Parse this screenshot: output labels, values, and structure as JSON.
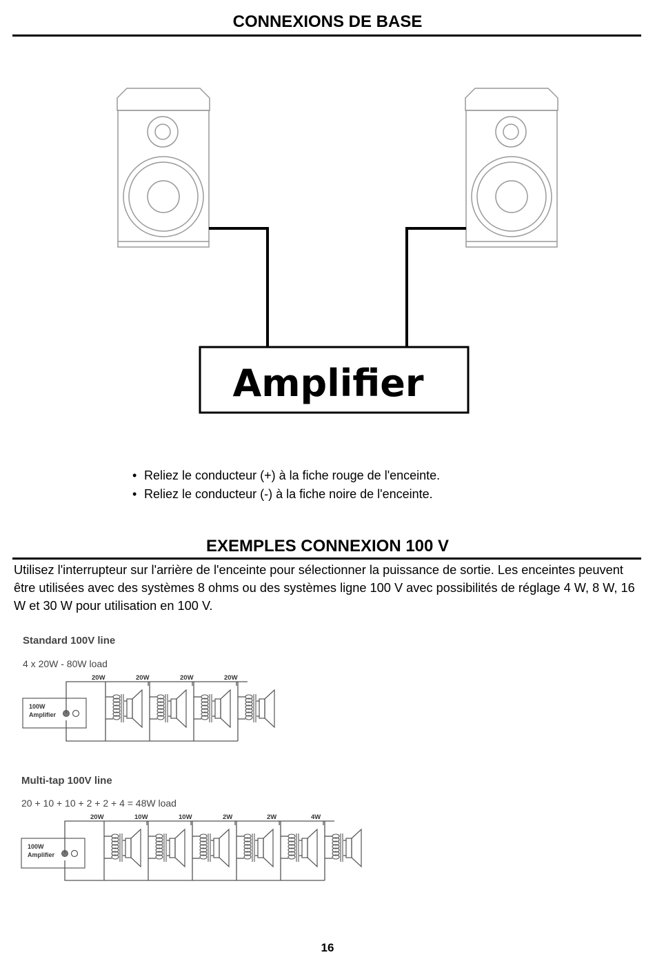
{
  "header": {
    "title": "CONNEXIONS DE BASE"
  },
  "diagram_basic": {
    "amplifier_label": "Amplifier"
  },
  "bullets": [
    "Reliez le conducteur (+) à la fiche rouge de l'enceinte.",
    "Reliez le conducteur (-) à la fiche noire de l'enceinte."
  ],
  "section2": {
    "title": "EXEMPLES CONNEXION 100 V",
    "paragraph": "Utilisez l'interrupteur sur l'arrière de l'enceinte pour sélectionner la puissance de sortie. Les enceintes peuvent être utilisées avec des systèmes 8 ohms ou des systèmes ligne 100 V avec possibilités de réglage 4 W, 8 W, 16 W et 30 W pour utilisation en 100 V."
  },
  "diagram_standard": {
    "title": "Standard 100V line",
    "subtitle": "4 x 20W - 80W load",
    "amp_line1": "100W",
    "amp_line2": "Amplifier",
    "taps": [
      "20W",
      "20W",
      "20W",
      "20W"
    ]
  },
  "diagram_multitap": {
    "title": "Multi-tap 100V line",
    "subtitle": "20 + 10 + 10 + 2 + 2 + 4 = 48W load",
    "amp_line1": "100W",
    "amp_line2": "Amplifier",
    "taps": [
      "20W",
      "10W",
      "10W",
      "2W",
      "2W",
      "4W"
    ]
  },
  "footer": {
    "page_number": "16"
  }
}
